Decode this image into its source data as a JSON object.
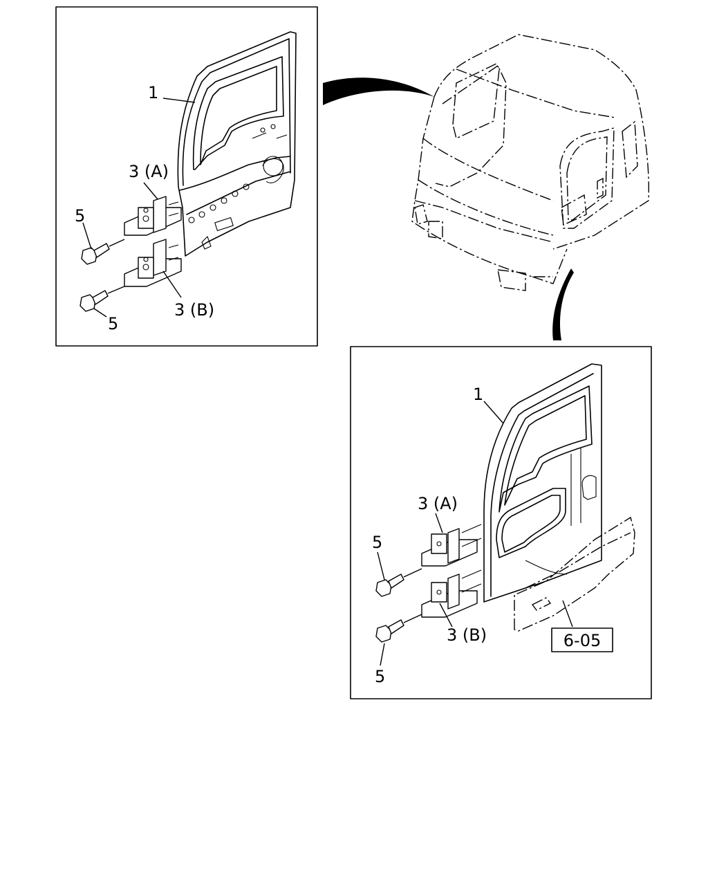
{
  "figure": {
    "left_view": {
      "callouts": {
        "door": "1",
        "upper_hinge": "3 (A)",
        "lower_hinge": "3 (B)",
        "upper_bolt": "5",
        "lower_bolt": "5"
      }
    },
    "right_view": {
      "callouts": {
        "door": "1",
        "upper_hinge": "3 (A)",
        "lower_hinge": "3 (B)",
        "upper_bolt": "5",
        "lower_bolt": "5"
      },
      "reference": "6-05"
    }
  }
}
